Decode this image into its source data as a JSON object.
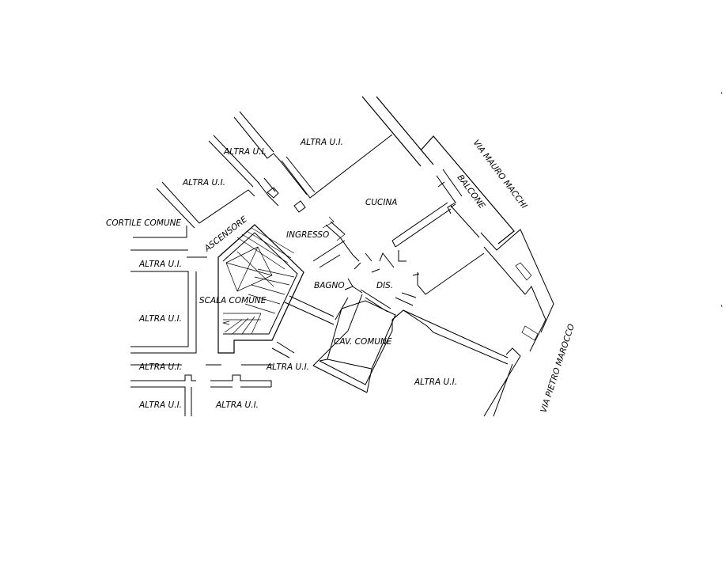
{
  "labels": {
    "altra_ui": "ALTRA U.I.",
    "cortile_comune": "CORTILE COMUNE",
    "ascensore": "ASCENSORE",
    "ingresso": "INGRESSO",
    "cucina": "CUCINA",
    "balcone": "BALCONE",
    "via_mauro_macchi": "VIA MAURO MACCHI",
    "scala_comune": "SCALA COMUNE",
    "bagno": "BAGNO",
    "dis": "DIS.",
    "cav_comune": "CAV. COMUNE",
    "via_pietro_marocco": "VIA PIETRO MAROCCO"
  }
}
